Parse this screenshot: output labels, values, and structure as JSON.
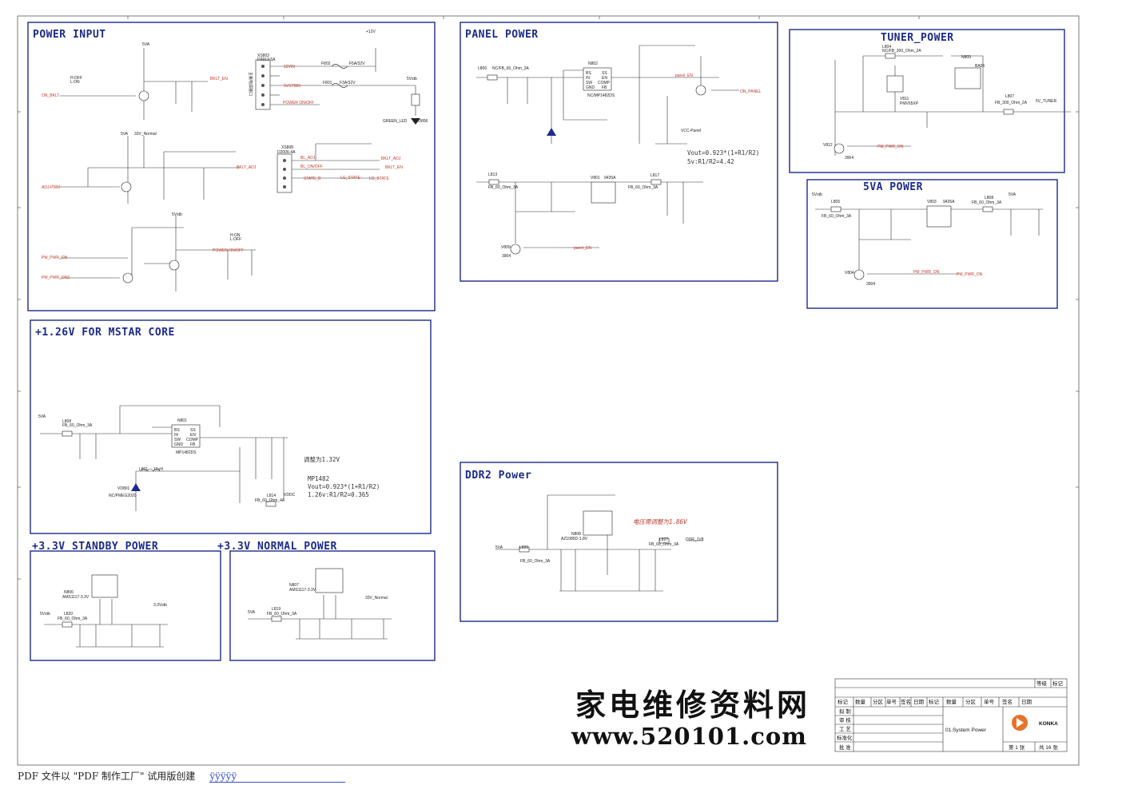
{
  "blocks": {
    "power_input": "POWER INPUT",
    "panel_power": "PANEL POWER",
    "tuner_power": "TUNER_POWER",
    "fiveva_power": "5VA POWER",
    "core_power": "+1.26V FOR MSTAR CORE",
    "ddr2_power": "DDR2 Power",
    "standby_power": "+3.3V STANDBY POWER",
    "normal_power": "+3.3V NORMAL POWER"
  },
  "power_input": {
    "connector_title": "主板电源接口",
    "x5803": "XS803",
    "x5803_part": "D3913-5A",
    "pins": [
      "12VIN",
      "5VSTBIN",
      "",
      "",
      "POWER ON/OFF"
    ],
    "f802": "F802",
    "f802_val": "F5A/32V",
    "f801": "F801",
    "f801_val": "F3A/32V",
    "on_bklt": "ON_BKLT",
    "bklt_en": "BKLT_EN",
    "adj_pwm": "ADJ-PWM",
    "bklt_adj": "BKLT_ADJ",
    "power_onoff": "POWER ON/OFF",
    "pm_pwr_on": "PM_PWR_ON",
    "pm_pwr_on2": "PM_PWR_ON2",
    "green_led": "GREEN_LED",
    "vd806": "VD806",
    "x5808": "XS808",
    "x5808_part": "D2006-4A",
    "bl_adj": "BL_ADJ",
    "bl_onoff": "BL_ON/OFF",
    "state_b": "STATE_B",
    "lg_state": "LG_STATE",
    "v12": "+12V",
    "v5vstb": "5Vstb",
    "v5va": "5VA",
    "v33normal": "33V_Normal",
    "h_off": "H:OFF",
    "l_on": "L:ON",
    "h_on": "H:ON",
    "l_off": "L:OFF"
  },
  "panel_power": {
    "l806": "L806",
    "l806_val": "NC/FB_60_Ohm_3A",
    "n802": "N802",
    "n802_part": "NC/MP1482DS",
    "chip_pins": [
      "BS",
      "IN",
      "SW",
      "GND",
      "SS",
      "EN",
      "COMP",
      "FB"
    ],
    "panel_en": "panel_EN",
    "on_panel": "ON_PANEL",
    "vcc_panel": "VCC-Panel",
    "formula_1": "Vout=0.923*(1+R1/R2)",
    "formula_2": "5v:R1/R2=4.42",
    "v801": "V801",
    "v801_part": "9435A",
    "l813": "L813",
    "l813_val": "FB_60_Ohm_3A",
    "l817": "L817",
    "l817_val": "FB_60_Ohm_3A",
    "v809": "V809",
    "v809_part": "3904",
    "panel_en2": "panel_EN"
  },
  "tuner_power": {
    "l804": "L804",
    "l804_val": "NC/FB_300_Ohm_2A",
    "v811": "V811",
    "v811_part": "PMV65XP",
    "n809": "N809",
    "n809_part": "BA05",
    "l807": "L807",
    "l807_val": "FB_300_Ohm_2A",
    "out": "5V_TUNER",
    "pm_pwr_on": "PM_PWR_ON",
    "v812": "V812",
    "v812_part": "3904"
  },
  "fiveva_power": {
    "l805": "L805",
    "l805_val": "FB_60_Ohm_3A",
    "v803": "V803",
    "v803_part": "9435A",
    "l808": "L808",
    "l808_val": "FB_60_Ohm_3A",
    "pm_pwr_on": "PM_PWR_ON",
    "pm_pwr_on_out": "PM_PWR_ON",
    "v804": "V804",
    "v804_part": "3904",
    "v5vstb": "5Vstb",
    "v5va": "5VA"
  },
  "core_power": {
    "vin": "5VA",
    "l808": "L808",
    "l808_val": "FB_60_Ohm_3A",
    "n801": "N801",
    "n801_part": "MP1482DS",
    "l801": "L801",
    "l801_val": "10uH",
    "l814": "L814",
    "l814_val": "FB_60_Ohm_4A",
    "vddc": "VDDC",
    "vd801": "VD801",
    "vd801_part": "NC/PMEG2020",
    "note_adjust": "调整为1.32V",
    "mp1482": "MP1482",
    "formula_1": "Vout=0.923*(1+R1/R2)",
    "formula_2": "1.26v:R1/R2=0.365"
  },
  "ddr2_power": {
    "vin": "5VA",
    "l826": "L826",
    "l826_val": "FB_60_Ohm_3A",
    "n808": "N808",
    "n808_part": "AZ1085D-1.8V",
    "l827": "L827",
    "l827_val": "FB_60_Ohm_3A",
    "out": "DDR_1V8",
    "note": "电压需调整为1.86V"
  },
  "standby_power": {
    "n806": "N806",
    "n806_part": "AMS1117-3.3V",
    "vin": "5Vstb",
    "l820": "L820",
    "l820_val": "FB_60_Ohm_3A",
    "out": "3.3Vstb"
  },
  "normal_power": {
    "n807": "N807",
    "n807_part": "AMS1117-3.3V",
    "vin": "5VA",
    "l819": "L819",
    "l819_val": "FB_60_Ohm_3A",
    "out": "33V_Normal"
  },
  "watermark": {
    "cn": "家电维修资料网",
    "url": "www.520101.com"
  },
  "title_block": {
    "header_row_1": [
      "标记",
      "数量",
      "分区",
      "单号",
      "签名",
      "日期"
    ],
    "header_row_2": [
      "标记",
      "数量",
      "分区",
      "单号",
      "签名",
      "日期"
    ],
    "grade": "等级",
    "mark": "标记",
    "roles": [
      "拟 制",
      "审 核",
      "工 艺",
      "标准化",
      "批 准"
    ],
    "doc_title": "01.System Power",
    "brand": "KONKA",
    "page": "第 1 张",
    "total": "共 16 张"
  },
  "footer": {
    "text": "PDF 文件以 \"PDF 制作工厂\" 试用版创建",
    "link": "ÿÿÿÿÿ"
  },
  "colors": {
    "block_border": "#1d2a8c",
    "net_red": "#c0392b",
    "brand_orange": "#e8732a"
  }
}
